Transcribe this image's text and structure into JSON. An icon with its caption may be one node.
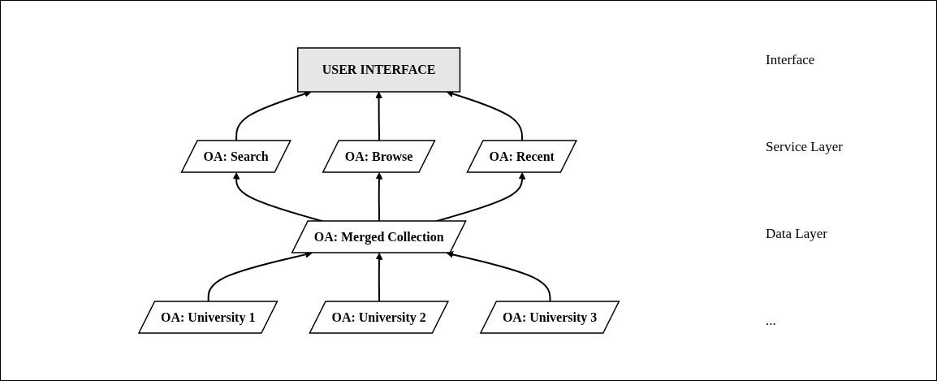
{
  "diagram": {
    "nodes": [
      {
        "text": [
          "USER INTERFACE"
        ]
      },
      {
        "text": [
          "OA: Search"
        ]
      },
      {
        "text": [
          "OA: Browse"
        ]
      },
      {
        "text": [
          "OA: Recent"
        ]
      },
      {
        "text": [
          "OA: Merged Collection"
        ]
      },
      {
        "text": [
          "OA: University 1"
        ]
      },
      {
        "text": [
          "OA: University 2"
        ]
      },
      {
        "text": [
          "OA: University 3"
        ]
      }
    ],
    "edges": [
      {
        "from": 1,
        "to": 0,
        "arrow": "to"
      },
      {
        "from": 2,
        "to": 0,
        "arrow": "to"
      },
      {
        "from": 3,
        "to": 0,
        "arrow": "to"
      },
      {
        "from": 4,
        "to": 1,
        "arrow": "to"
      },
      {
        "from": 4,
        "to": 2,
        "arrow": "to"
      },
      {
        "from": 4,
        "to": 3,
        "arrow": "to"
      },
      {
        "from": 5,
        "to": 4,
        "arrow": "to"
      },
      {
        "from": 6,
        "to": 4,
        "arrow": "to"
      },
      {
        "from": 7,
        "to": 4,
        "arrow": "to"
      }
    ],
    "labels": [
      "Interface",
      "Service Layer",
      "Data Layer",
      "..."
    ]
  }
}
